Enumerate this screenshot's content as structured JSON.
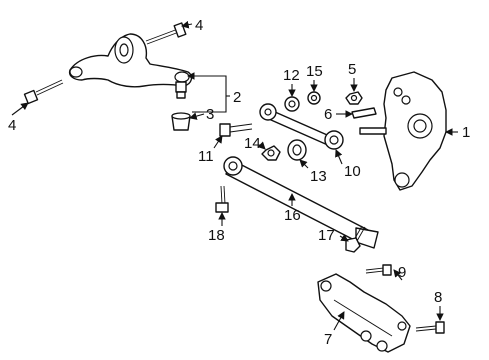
{
  "diagram": {
    "callouts": [
      "1",
      "2",
      "3",
      "4",
      "4",
      "5",
      "6",
      "7",
      "8",
      "9",
      "10",
      "11",
      "12",
      "13",
      "14",
      "15",
      "16",
      "17",
      "18"
    ]
  },
  "colors": {
    "line": "#111111",
    "background": "#ffffff"
  }
}
